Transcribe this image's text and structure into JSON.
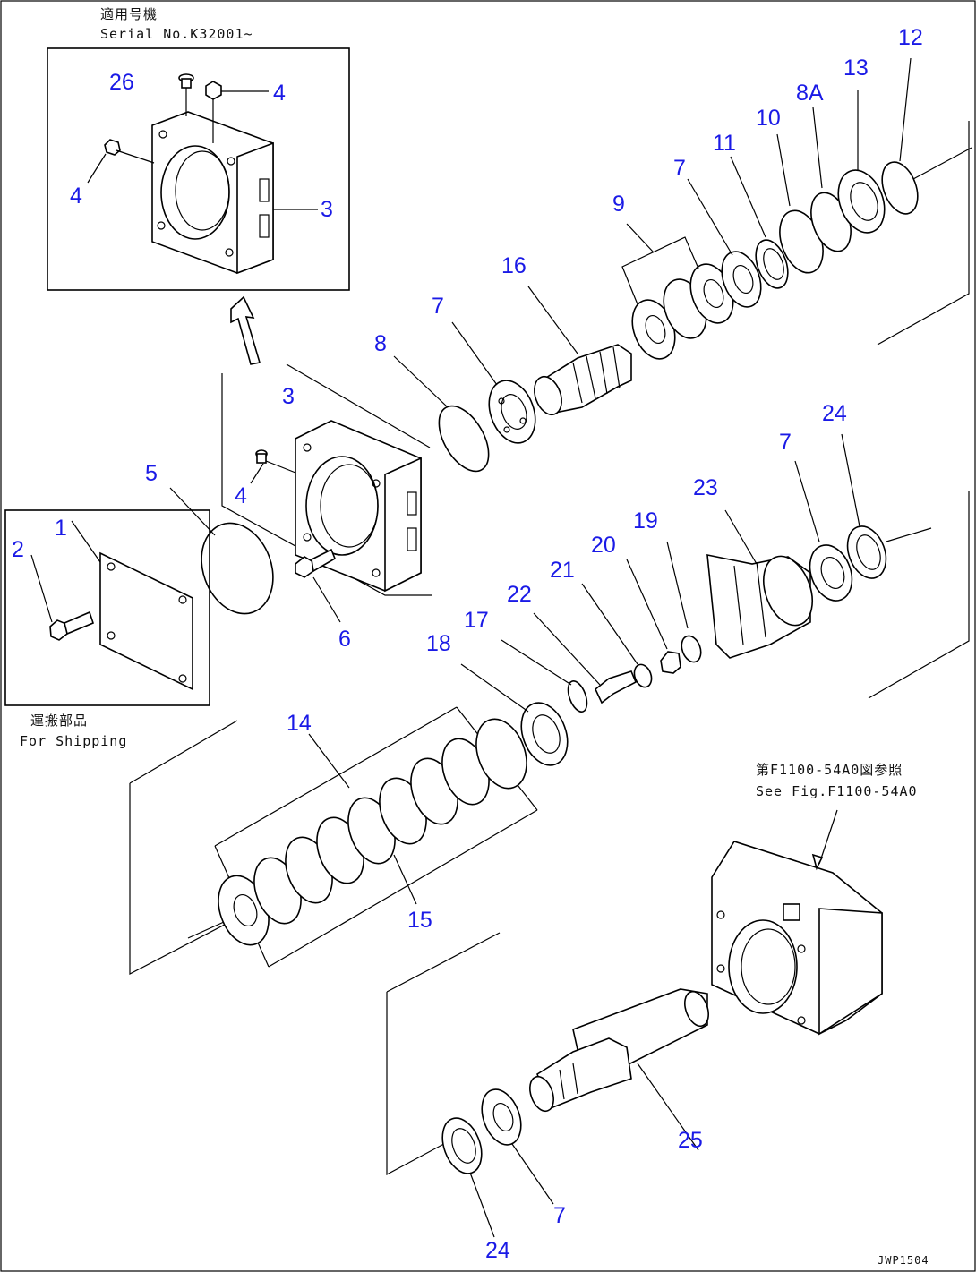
{
  "notes": {
    "serial_jp": "適用号機",
    "serial_en": "Serial No.K32001~",
    "shipping_jp": "運搬部品",
    "shipping_en": "For Shipping",
    "seefig_jp": "第F1100-54A0図参照",
    "seefig_en": "See Fig.F1100-54A0",
    "code": "JWP1504"
  },
  "callouts": {
    "p26": "26",
    "p4a": "4",
    "p4b": "4",
    "p3a": "3",
    "p12": "12",
    "p13": "13",
    "p8A": "8A",
    "p10": "10",
    "p11": "11",
    "p7a": "7",
    "p9": "9",
    "p16": "16",
    "p7b": "7",
    "p8": "8",
    "p3b": "3",
    "p4c": "4",
    "p5": "5",
    "p1": "1",
    "p2": "2",
    "p6": "6",
    "p24a": "24",
    "p7c": "7",
    "p23": "23",
    "p19": "19",
    "p20": "20",
    "p21": "21",
    "p22": "22",
    "p17": "17",
    "p18": "18",
    "p14": "14",
    "p15": "15",
    "p25": "25",
    "p7d": "7",
    "p24b": "24"
  }
}
